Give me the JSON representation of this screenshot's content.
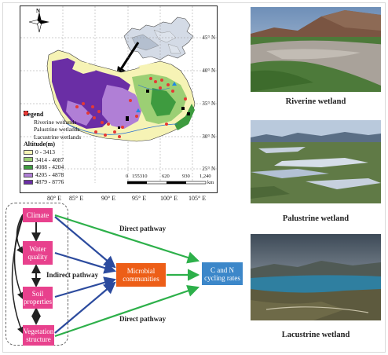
{
  "map": {
    "legend_title": "Legend",
    "wetland_types": [
      {
        "label": "Riverine wetlands",
        "symbol": "triangle",
        "color": "#1e88e5"
      },
      {
        "label": "Palustrine wetlands",
        "symbol": "square",
        "color": "#000000"
      },
      {
        "label": "Lacustrine wetlands",
        "symbol": "circle",
        "color": "#e53935"
      }
    ],
    "altitude_title": "Altitude(m)",
    "altitude_classes": [
      {
        "label": "0 - 3413",
        "color": "#f6f3b5"
      },
      {
        "label": "3414 - 4087",
        "color": "#9ccf74"
      },
      {
        "label": "4088 - 4204",
        "color": "#3e9b3f"
      },
      {
        "label": "4205 - 4878",
        "color": "#b07fd6"
      },
      {
        "label": "4879 - 8776",
        "color": "#6a2ea5"
      }
    ],
    "latitudes": [
      "45° N",
      "40° N",
      "35° N",
      "30° N",
      "25° N"
    ],
    "longitudes": [
      "80° E",
      "85° E",
      "90° E",
      "95° E",
      "100° E",
      "105° E"
    ],
    "scale_labels": [
      "0",
      "155310",
      "620",
      "930",
      "1,240"
    ],
    "scale_unit": "km",
    "compass_label": "N"
  },
  "photos": [
    {
      "caption": "Riverine wetland"
    },
    {
      "caption": "Palustrine wetland"
    },
    {
      "caption": "Lacustrine wetland"
    }
  ],
  "diagram": {
    "factors": [
      "Climate",
      "Water quality",
      "Soil properties",
      "Vegetation structure"
    ],
    "mediator": "Microbial communities",
    "outcome": "C and N cycling rates",
    "direct_top": "Direct pathway",
    "indirect": "Indirect pathway",
    "direct_bottom": "Direct pathway"
  }
}
